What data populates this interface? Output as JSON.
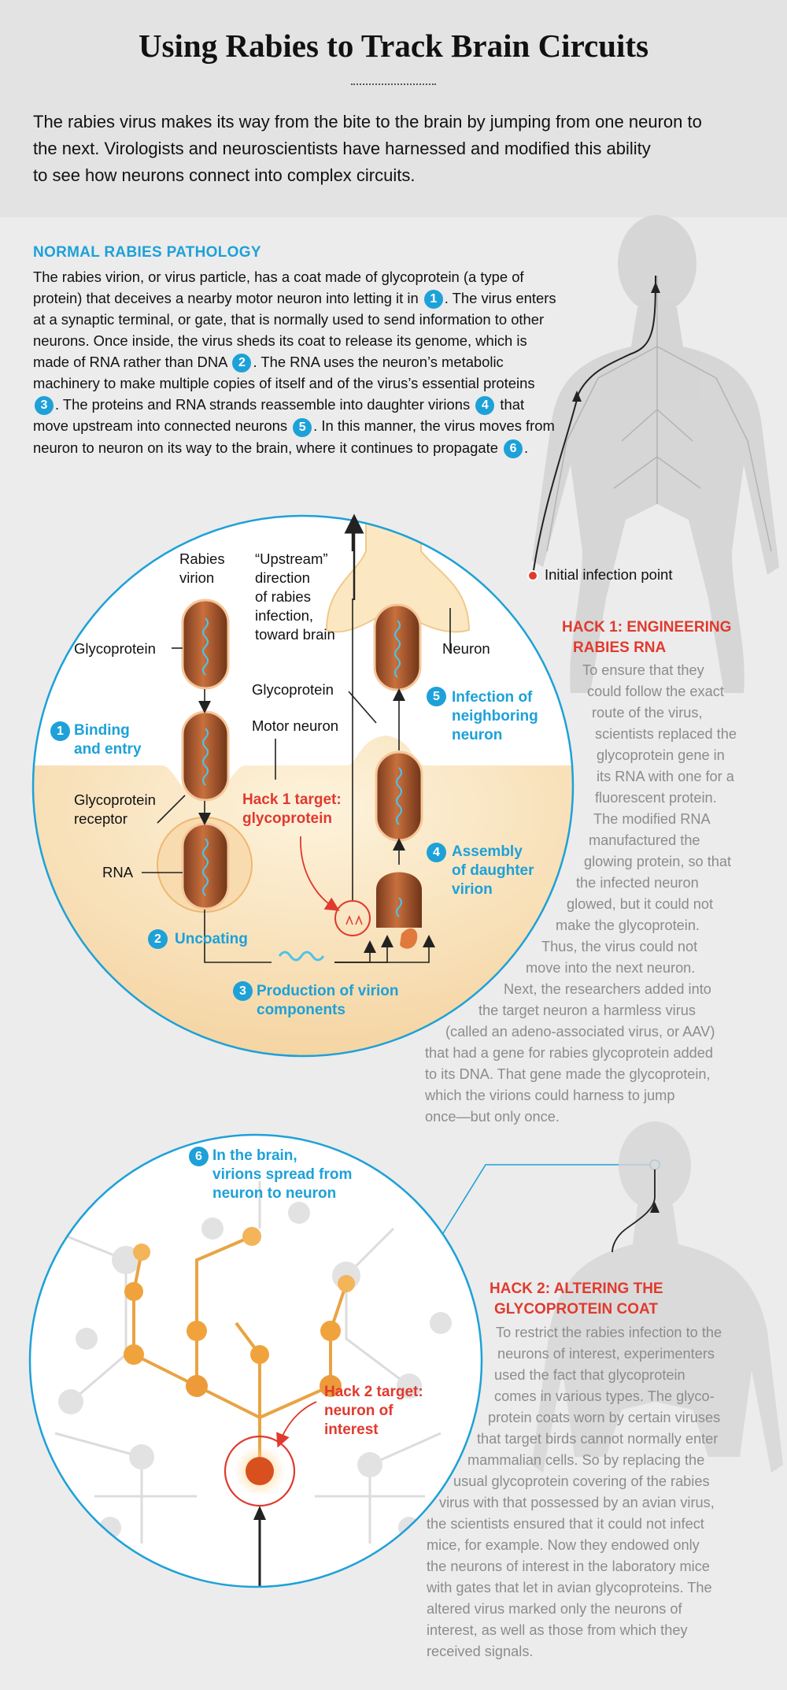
{
  "header": {
    "title": "Using Rabies to Track Brain Circuits",
    "intro_lines": [
      "The rabies virus makes its way from the bite to the brain by jumping from one neuron to",
      "the next. Virologists and neuroscientists have harnessed and modified this ability",
      "to see how neurons connect into complex circuits."
    ]
  },
  "pathology": {
    "label": "NORMAL RABIES PATHOLOGY",
    "segments": [
      "The rabies virion, or virus particle, has a coat made of glycoprotein (a type of protein) that deceives a nearby motor neuron into letting it in ",
      ". The virus enters at a synaptic terminal, or gate, that is normally used to send information to other neurons. Once inside, the virus sheds its coat to release its genome, which is made of RNA rather than DNA ",
      ". The RNA uses the neuron’s metabolic machinery to make multiple copies of itself and of the virus’s essential proteins ",
      ". The proteins and RNA strands reassemble into daughter virions ",
      " that move upstream into connected neurons ",
      ". In this manner, the virus moves from neuron to neuron on its way to the brain, where it continues to propagate ",
      "."
    ],
    "numbers": [
      "1",
      "2",
      "3",
      "4",
      "5",
      "6"
    ]
  },
  "body_figure": {
    "infection_label": "Initial infection point"
  },
  "diagram": {
    "rabies_virion": [
      "Rabies",
      "virion"
    ],
    "upstream": [
      "“Upstream”",
      "direction",
      "of rabies",
      "infection,",
      "toward brain"
    ],
    "glycoprotein_1": "Glycoprotein",
    "glycoprotein_2": "Glycoprotein",
    "neuron": "Neuron",
    "motor_neuron": "Motor neuron",
    "receptor": [
      "Glycoprotein",
      "receptor"
    ],
    "rna": "RNA",
    "hack1_target": [
      "Hack 1 target:",
      "glycoprotein"
    ],
    "steps": [
      {
        "num": "1",
        "lines": [
          "Binding",
          "and entry"
        ]
      },
      {
        "num": "2",
        "lines": [
          "Uncoating"
        ]
      },
      {
        "num": "3",
        "lines": [
          "Production of virion",
          "components"
        ]
      },
      {
        "num": "4",
        "lines": [
          "Assembly",
          "of daughter",
          "virion"
        ]
      },
      {
        "num": "5",
        "lines": [
          "Infection of",
          "neighboring",
          "neuron"
        ]
      },
      {
        "num": "6",
        "lines": [
          "In the brain,",
          "virions spread from",
          "neuron to neuron"
        ]
      }
    ],
    "hack2_target": [
      "Hack 2 target:",
      "neuron of",
      "interest"
    ]
  },
  "hack1": {
    "title": [
      "HACK 1: ENGINEERING",
      "RABIES RNA"
    ],
    "lines": [
      "To ensure that they",
      "could follow the exact",
      "route of the virus,",
      "scientists replaced the",
      "glycoprotein gene in",
      "its RNA with one for a",
      "fluorescent protein.",
      "The modified RNA",
      "manufactured the",
      "glowing protein, so that",
      "the infected neuron",
      "glowed, but it could not",
      "make the glycoprotein.",
      "Thus, the virus could not",
      "move into the next neuron.",
      "Next, the researchers added into",
      "the target neuron a harmless virus",
      "(called an adeno-associated virus, or AAV)",
      "that had a gene for rabies glycoprotein added",
      "to its DNA. That gene made the glycoprotein,",
      "which the virions could harness to jump",
      "once—but only once."
    ]
  },
  "hack2": {
    "title": [
      "HACK 2: ALTERING THE",
      "GLYCOPROTEIN COAT"
    ],
    "lines": [
      "To restrict the rabies infection to the",
      "neurons of interest, experimenters",
      "used the fact that glycoprotein",
      "comes in various types. The glyco-",
      "protein coats worn by certain viruses",
      "that target birds cannot normally enter",
      "mammalian cells. So by replacing the",
      "usual glycoprotein covering of the rabies",
      "virus with that possessed by an avian virus,",
      "the scientists ensured that it could not infect",
      "mice, for example. Now they endowed only",
      "the neurons of interest in the laboratory mice",
      "with gates that let in avian glycoproteins. The",
      "altered virus marked only the neurons of",
      "interest, as well as those from which they",
      "received signals."
    ]
  },
  "colors": {
    "accent_blue": "#1da1d8",
    "hack_red": "#e03a2e",
    "virion_brown": "#a3532b",
    "neuron_orange": "#f0a33c"
  }
}
